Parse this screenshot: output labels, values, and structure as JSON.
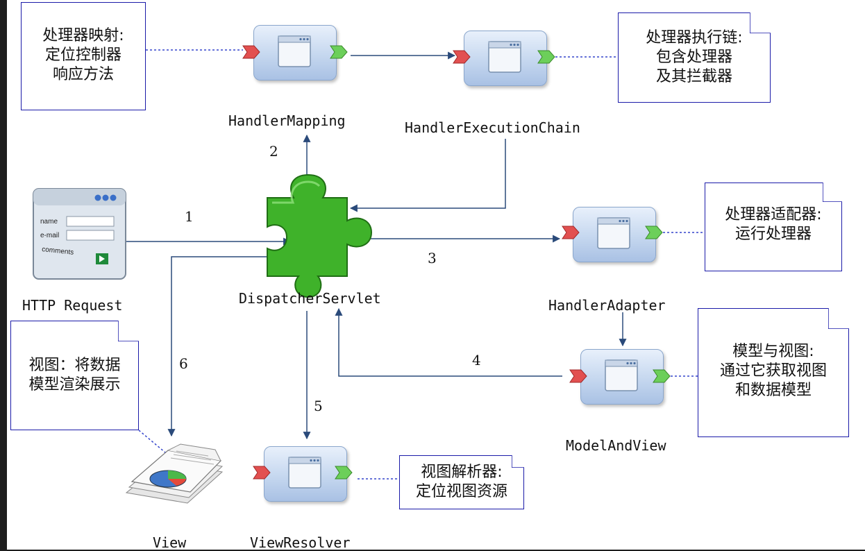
{
  "notes": {
    "handler_mapping": "处理器映射:\n定位控制器\n响应方法",
    "handler_execution_chain": "处理器执行链:\n包含处理器\n及其拦截器",
    "handler_adapter": "处理器适配器:\n运行处理器",
    "model_and_view": "模型与视图:\n通过它获取视图\n和数据模型",
    "view": "视图：将数据\n模型渲染展示",
    "view_resolver": "视图解析器:\n定位视图资源"
  },
  "labels": {
    "handler_mapping": "HandlerMapping",
    "handler_execution_chain": "HandlerExecutionChain",
    "http_request": "HTTP Request",
    "dispatcher_servlet": "DispatcherServlet",
    "handler_adapter": "HandlerAdapter",
    "model_and_view": "ModelAndView",
    "view": "View",
    "view_resolver": "ViewResolver"
  },
  "steps": [
    "1",
    "2",
    "3",
    "4",
    "5",
    "6"
  ],
  "form_icon": {
    "name": "name",
    "email": "e-mail",
    "comments": "comments"
  },
  "colors": {
    "note_border": "#1a1aa8",
    "arrow": "#2a4a7a",
    "dotted_link": "#3344cc",
    "puzzle_green": "#33aa22",
    "component_fill": "#c5d7ef",
    "input_connector": "#e25050",
    "output_connector": "#6ccf5a"
  }
}
